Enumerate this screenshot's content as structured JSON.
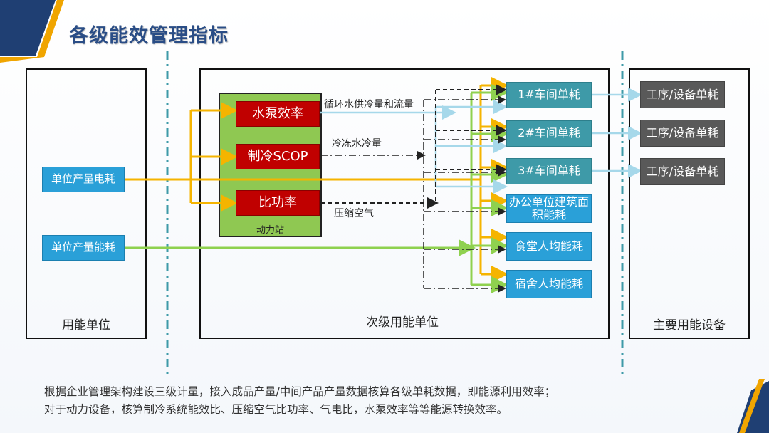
{
  "title": "各级能效管理指标",
  "frames": {
    "left_label": "用能单位",
    "middle_label": "次级用能单位",
    "right_label": "主要用能设备"
  },
  "inputs": {
    "electricity": "单位产量电耗",
    "energy": "单位产量能耗"
  },
  "power_station": {
    "label": "动力站",
    "items": [
      "水泵效率",
      "制冷SCOP",
      "比功率"
    ]
  },
  "flows": {
    "circulating_water": "循环水供冷量和流量",
    "chilled_water": "冷冻水冷量",
    "compressed_air": "压缩空气"
  },
  "units": [
    "1#车间单耗",
    "2#车间单耗",
    "3#车间单耗"
  ],
  "others": [
    "办公单位建筑面积能耗",
    "食堂人均能耗",
    "宿舍人均能耗"
  ],
  "equipment": [
    "工序/设备单耗",
    "工序/设备单耗",
    "工序/设备单耗"
  ],
  "description": {
    "line1": "根据企业管理架构建设三级计量，接入成品产量/中间产品产量数据核算各级单耗数据，即能源利用效率；",
    "line2": "对于动力设备，核算制冷系统能效比、压缩空气比功率、气电比，水泵效率等等能源转换效率。"
  },
  "colors": {
    "title": "#2a4d86",
    "orange_flow": "#f5b400",
    "green_flow": "#8fd14f",
    "lightblue_flow": "#a6d8ea",
    "red_box": "#c00000",
    "green_panel": "#8fc852",
    "teal_box": "#3e9aa8",
    "blue_box": "#2aa0d8",
    "gray_box": "#595959",
    "accent_dark": "#1f3f73",
    "accent_orange": "#f0a500"
  }
}
